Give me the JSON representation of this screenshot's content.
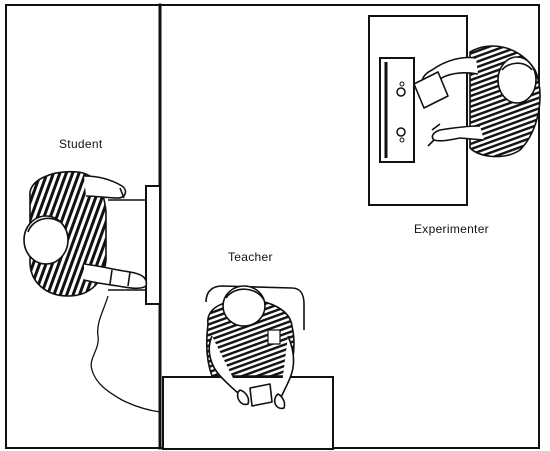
{
  "labels": {
    "student": "Student",
    "teacher": "Teacher",
    "experimenter": "Experimenter"
  },
  "colors": {
    "line": "#111111",
    "background": "#ffffff"
  }
}
